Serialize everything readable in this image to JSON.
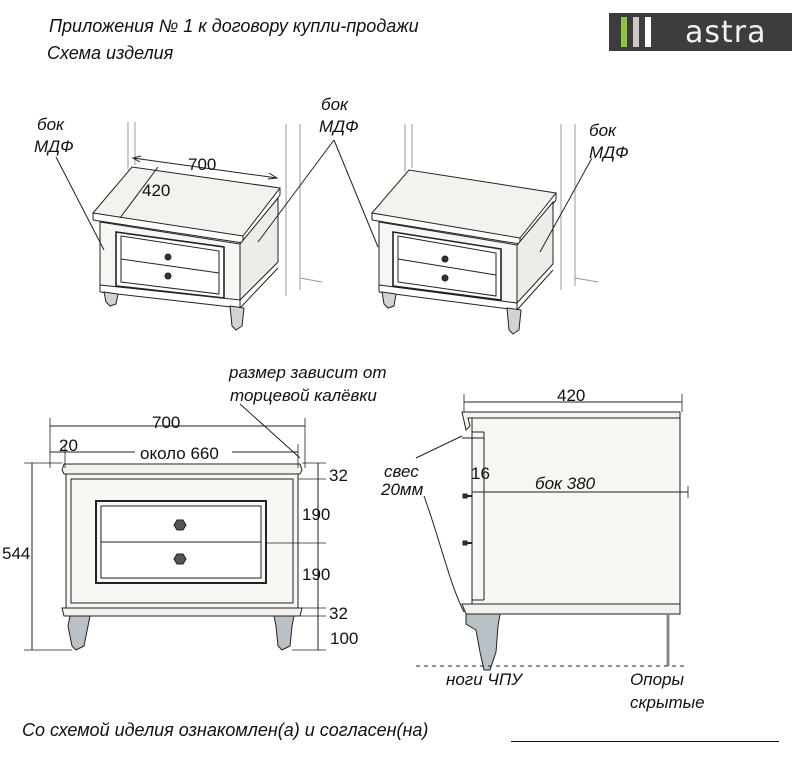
{
  "header": {
    "title": "Приложения № 1 к договору купли-продажи",
    "subtitle": "Схема изделия"
  },
  "logo": {
    "text": "astra",
    "background": "#3d3d3d",
    "stripe_colors": [
      "#8dc63f",
      "#c9c9c9",
      "#ffffff"
    ]
  },
  "perspective_views": {
    "left": {
      "side_label_line1": "бок",
      "side_label_line2": "МДФ",
      "width_dim": "700",
      "depth_dim": "420"
    },
    "top_callout": {
      "line1": "бок",
      "line2": "МДФ"
    },
    "right": {
      "side_label_line1": "бок",
      "side_label_line2": "МДФ"
    }
  },
  "front_view": {
    "note_line1": "размер зависит от",
    "note_line2": "торцевой калёвки",
    "width": "700",
    "offset": "20",
    "inner_width": "около 660",
    "total_height": "544",
    "heights": [
      "32",
      "190",
      "190",
      "32",
      "100"
    ]
  },
  "side_view": {
    "depth": "420",
    "overhang_line1": "свес",
    "overhang_line2": "20мм",
    "thickness": "16",
    "side_depth": "бок 380",
    "legs_label": "ноги ЧПУ",
    "supports_line1": "Опоры",
    "supports_line2": "скрытые"
  },
  "footer": {
    "agreement": "Со схемой иделия ознакомлен(а) и согласен(на)"
  }
}
